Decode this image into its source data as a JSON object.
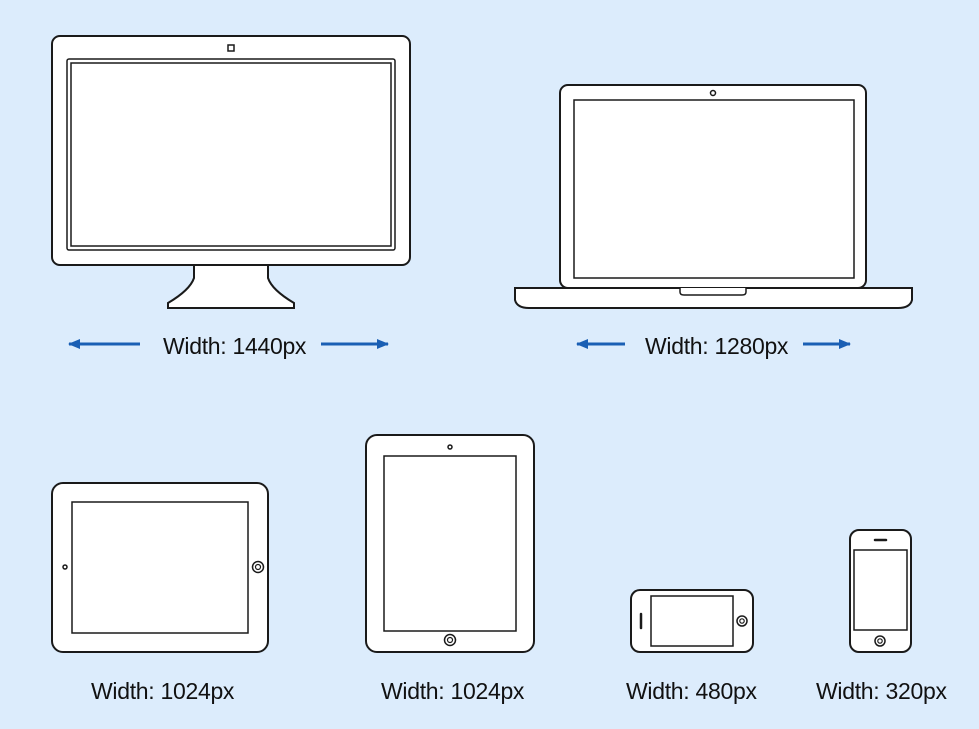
{
  "colors": {
    "background": "#dcecfc",
    "device_fill": "#ffffff",
    "device_stroke": "#1a1a1a",
    "arrow": "#1a5fb4"
  },
  "devices": {
    "desktop": {
      "label": "Width: 1440px",
      "icon": "desktop-monitor-icon"
    },
    "laptop": {
      "label": "Width: 1280px",
      "icon": "laptop-icon"
    },
    "tablet_landscape": {
      "label": "Width: 1024px",
      "icon": "tablet-landscape-icon"
    },
    "tablet_portrait": {
      "label": "Width: 1024px",
      "icon": "tablet-portrait-icon"
    },
    "phone_landscape": {
      "label": "Width: 480px",
      "icon": "phone-landscape-icon"
    },
    "phone_portrait": {
      "label": "Width: 320px",
      "icon": "phone-portrait-icon"
    }
  }
}
